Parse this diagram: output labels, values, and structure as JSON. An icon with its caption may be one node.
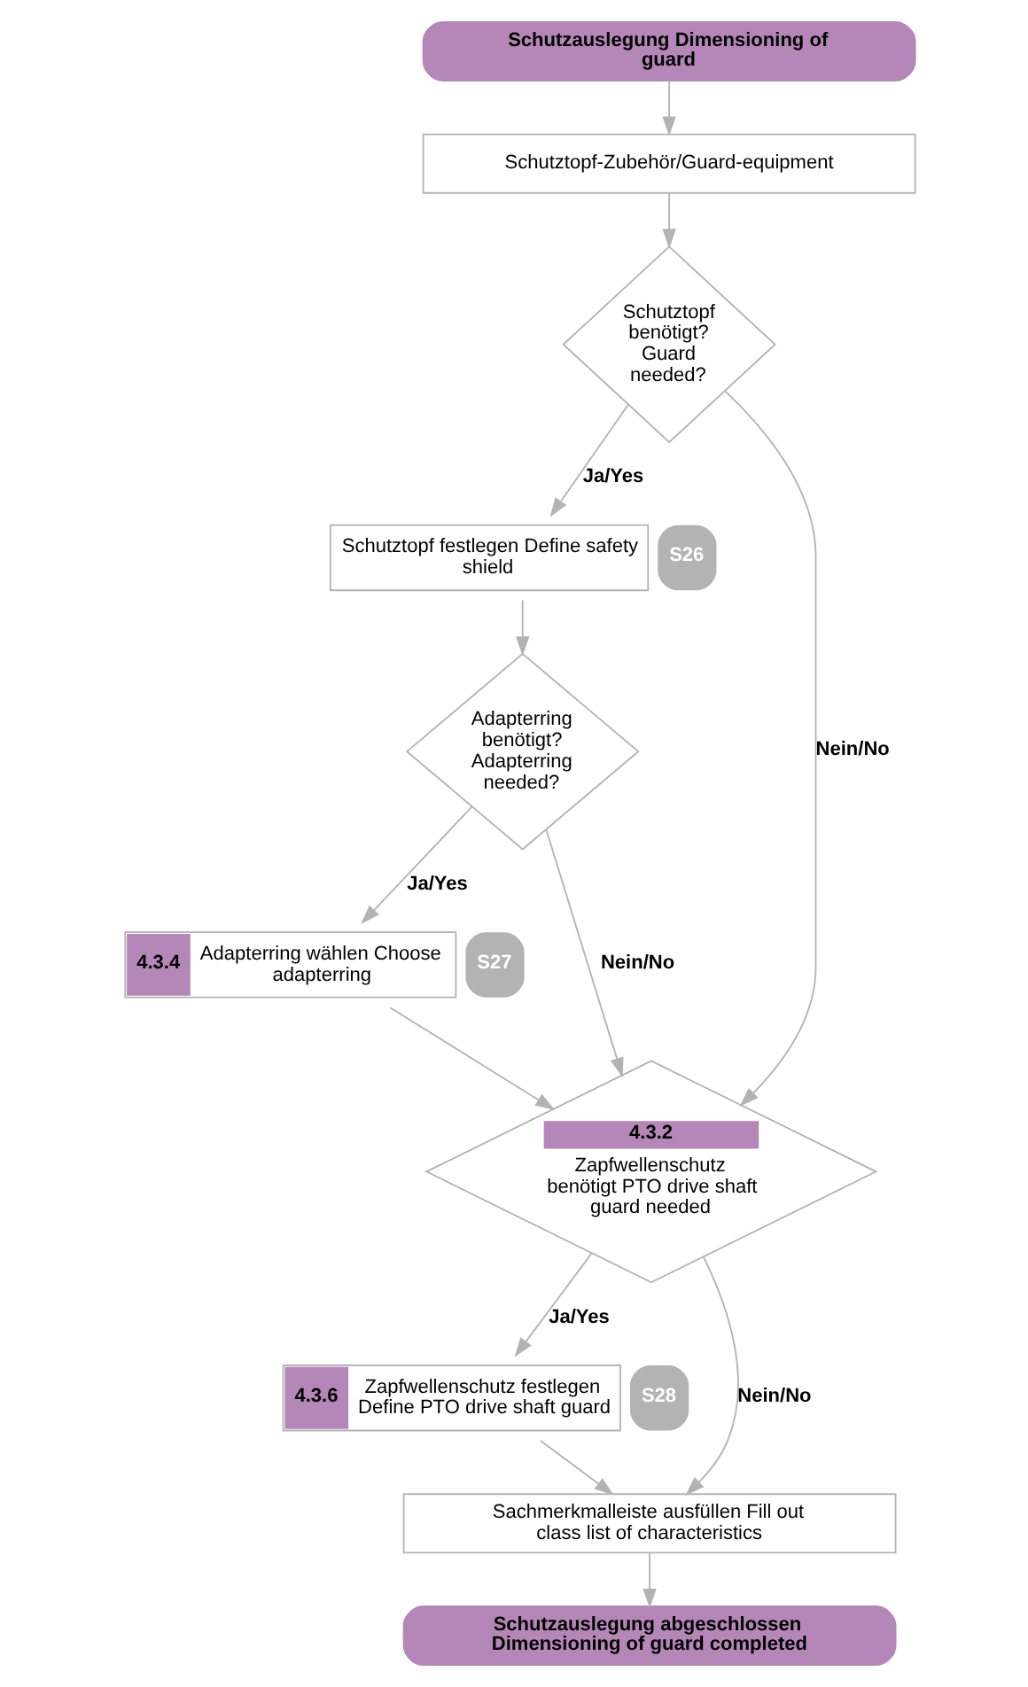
{
  "diagram": {
    "nodes": [
      {
        "text": [
          "Schutzauslegung Dimensioning of guard"
        ]
      },
      {
        "text": [
          "Schutztopf-Zubehör/Guard-equipment"
        ]
      },
      {
        "text": [
          "Schutztopf benötigt? Guard needed?"
        ]
      },
      {
        "text": [
          "Schutztopf festlegen Define safety shield"
        ],
        "beside": [
          "S26"
        ]
      },
      {
        "text": [
          "Adapterring benötigt? Adapterring needed?"
        ]
      },
      {
        "text": [
          "4.3.4",
          "Adapterring wählen Choose adapterring"
        ],
        "beside": [
          "S27"
        ]
      },
      {
        "text": [
          "4.3.2",
          "Zapfwellenschutz benötigt PTO drive shaft guard needed"
        ]
      },
      {
        "text": [
          "4.3.6",
          "Zapfwellenschutz festlegen Define PTO drive shaft guard"
        ],
        "beside": [
          "S28"
        ]
      },
      {
        "text": [
          "Sachmerkmalleiste ausfüllen Fill out class list of characteristics"
        ]
      },
      {
        "text": [
          "Schutzauslegung abgeschlossen Dimensioning of guard completed"
        ]
      }
    ],
    "edges": [
      {
        "from": 0,
        "to": 1,
        "arrow": "to"
      },
      {
        "from": 1,
        "to": 2,
        "arrow": "to"
      },
      {
        "from": 2,
        "to": 3,
        "arrow": "to",
        "label": "Ja/Yes"
      },
      {
        "from": 3,
        "to": 4,
        "arrow": "to"
      },
      {
        "from": 2,
        "to": 6,
        "arrow": "to",
        "label": "Nein/No"
      },
      {
        "from": 4,
        "to": 6,
        "arrow": "to",
        "label": "Nein/No"
      },
      {
        "from": 4,
        "to": 5,
        "arrow": "to",
        "label": "Ja/Yes"
      },
      {
        "from": 5,
        "to": 6,
        "arrow": "to"
      },
      {
        "from": 6,
        "to": 7,
        "arrow": "to",
        "label": "Ja/Yes"
      },
      {
        "from": 6,
        "to": 8,
        "arrow": "to",
        "label": "Nein/No"
      },
      {
        "from": 7,
        "to": 8,
        "arrow": "to"
      },
      {
        "from": 8,
        "to": 9,
        "arrow": "to"
      }
    ]
  }
}
